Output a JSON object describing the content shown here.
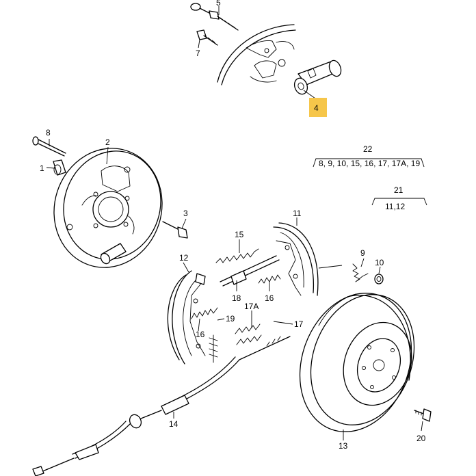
{
  "callouts": {
    "c1": "1",
    "c2": "2",
    "c3": "3",
    "c4": "4",
    "c5": "5",
    "c7": "7",
    "c8": "8",
    "c9": "9",
    "c10": "10",
    "c11": "11",
    "c12": "12",
    "c13": "13",
    "c14": "14",
    "c15": "15",
    "c16a": "16",
    "c16b": "16",
    "c17": "17",
    "c17a": "17A",
    "c18": "18",
    "c19": "19",
    "c20": "20",
    "c21": "21",
    "c22": "22"
  },
  "groups": {
    "g22_list": "8, 9, 10, 15, 16, 17, 17A, 19",
    "g21_list": "11,12"
  },
  "highlight": {
    "part": "4",
    "color": "#f6c64a"
  }
}
